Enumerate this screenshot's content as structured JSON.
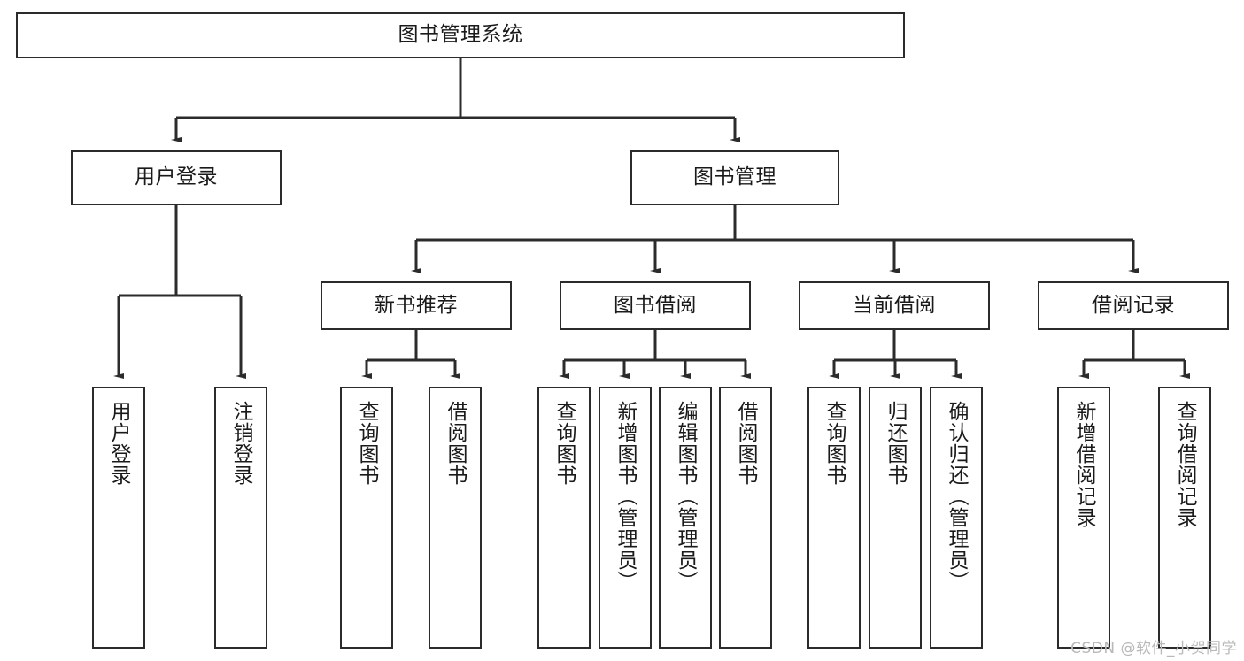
{
  "diagram": {
    "title": "图书管理系统",
    "type": "tree",
    "watermark": "CSDN @软件_小贺同学",
    "colors": {
      "box_border": "#2b2b2b",
      "box_fill": "#ffffff",
      "edge": "#2b2b2b",
      "text": "#1a1a1a",
      "watermark": "#b9b9b9"
    },
    "nodes": {
      "root": {
        "label": "图书管理系统"
      },
      "level2": [
        {
          "id": "user-login",
          "label": "用户登录"
        },
        {
          "id": "book-management",
          "label": "图书管理"
        }
      ],
      "level3": [
        {
          "id": "new-book-recommend",
          "label": "新书推荐"
        },
        {
          "id": "book-borrow",
          "label": "图书借阅"
        },
        {
          "id": "current-borrow",
          "label": "当前借阅"
        },
        {
          "id": "borrow-record",
          "label": "借阅记录"
        }
      ],
      "leaves_user_login": [
        {
          "id": "leaf-user-login",
          "label": "用户登录"
        },
        {
          "id": "leaf-user-logout",
          "label": "注销登录"
        }
      ],
      "leaves_new_book_recommend": [
        {
          "id": "leaf-query-book-1",
          "label": "查询图书"
        },
        {
          "id": "leaf-borrow-book-1",
          "label": "借阅图书"
        }
      ],
      "leaves_book_borrow": [
        {
          "id": "leaf-query-book-2",
          "label": "查询图书"
        },
        {
          "id": "leaf-add-book",
          "label": "新增图书（管理员）"
        },
        {
          "id": "leaf-edit-book",
          "label": "编辑图书（管理员）"
        },
        {
          "id": "leaf-borrow-book-2",
          "label": "借阅图书"
        }
      ],
      "leaves_current_borrow": [
        {
          "id": "leaf-query-book-3",
          "label": "查询图书"
        },
        {
          "id": "leaf-return-book",
          "label": "归还图书"
        },
        {
          "id": "leaf-confirm-return",
          "label": "确认归还（管理员）"
        }
      ],
      "leaves_borrow_record": [
        {
          "id": "leaf-add-borrow-record",
          "label": "新增借阅记录"
        },
        {
          "id": "leaf-query-borrow-record",
          "label": "查询借阅记录"
        }
      ]
    }
  }
}
